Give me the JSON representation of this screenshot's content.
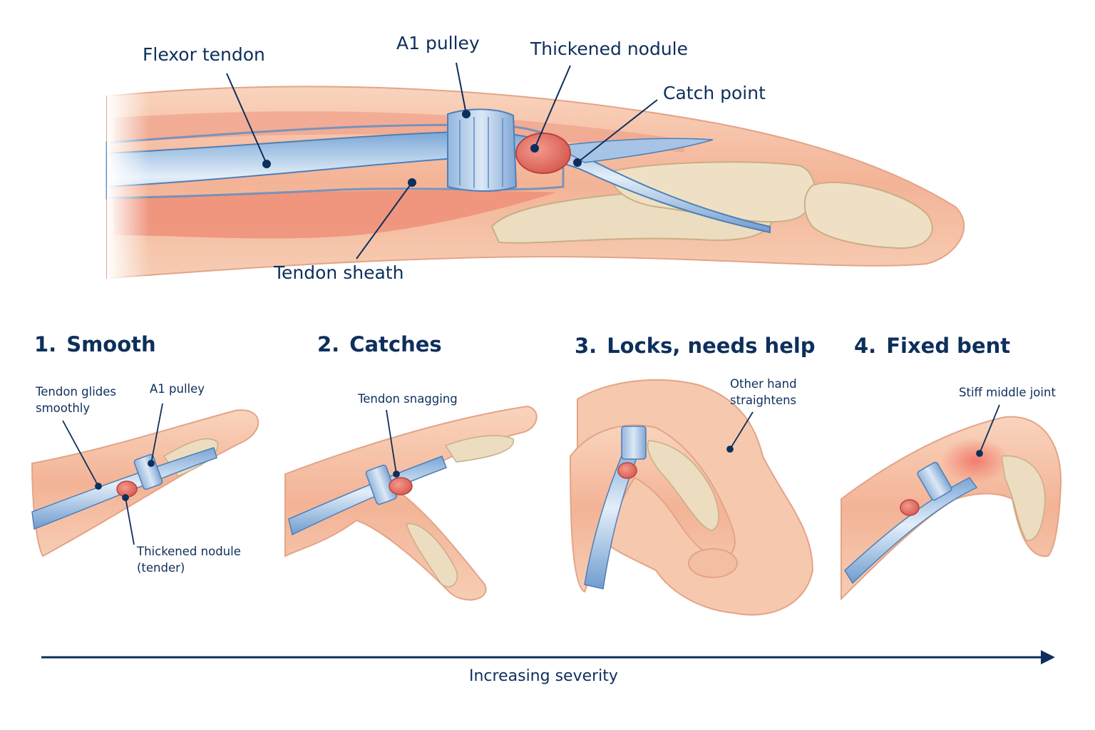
{
  "main": {
    "labels": {
      "flexor_tendon": "Flexor tendon",
      "a1_pulley": "A1 pulley",
      "thickened_nodule": "Thickened nodule",
      "catch_point": "Catch point",
      "tendon_sheath": "Tendon sheath"
    }
  },
  "stages": [
    {
      "number": "1.",
      "title": "Smooth",
      "labels": {
        "glides": "Tendon glides\nsmoothly",
        "pulley": "A1 pulley",
        "nodule": "Thickened nodule\n(tender)"
      }
    },
    {
      "number": "2.",
      "title": "Catches",
      "labels": {
        "snag": "Tendon snagging"
      }
    },
    {
      "number": "3.",
      "title": "Locks, needs help",
      "labels": {
        "other_hand": "Other hand\nstraightens"
      }
    },
    {
      "number": "4.",
      "title": "Fixed bent",
      "labels": {
        "stiff": "Stiff middle joint"
      }
    }
  ],
  "severity_axis": {
    "label": "Increasing severity",
    "color": "#0d2f5c"
  },
  "colors": {
    "skin": "#f6c3a6",
    "skin_dark": "#e89a7c",
    "muscle": "#ee9b86",
    "tendon": "#8cb4dd",
    "tendon_light": "#dce9f6",
    "bone": "#ecdcc0",
    "nodule": "#e2665c",
    "ink": "#0d2f5c"
  }
}
